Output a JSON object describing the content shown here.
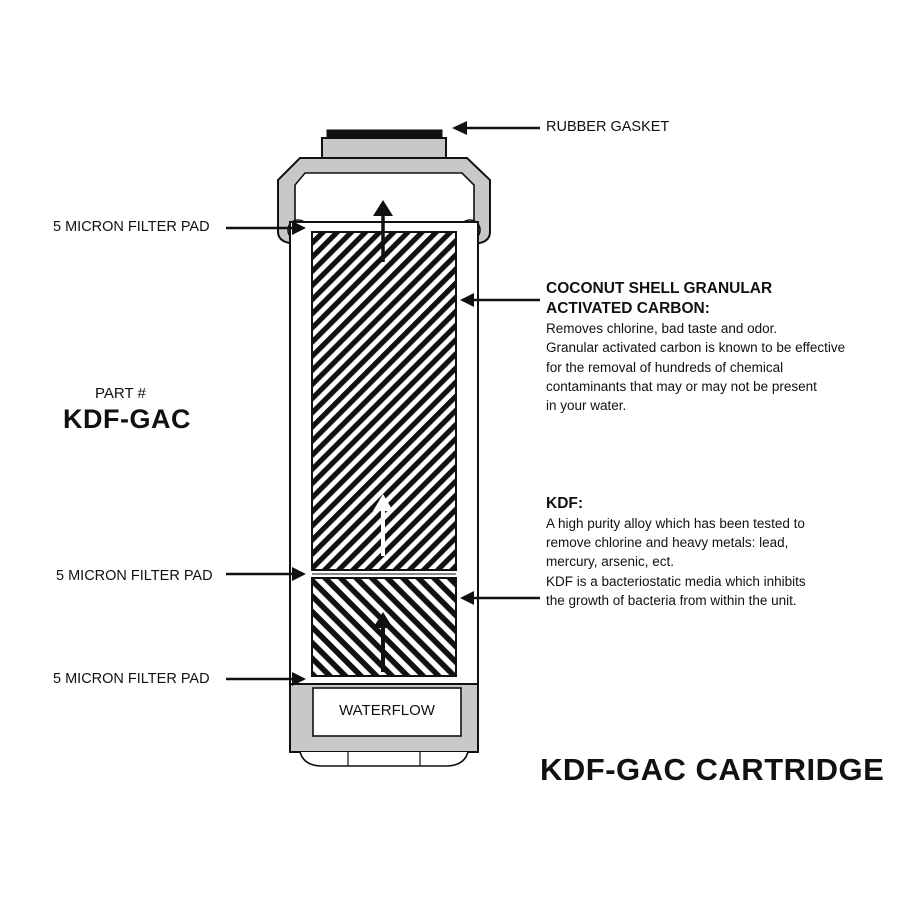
{
  "labels": {
    "rubber_gasket": "RUBBER GASKET",
    "filter_pad_top": "5 MICRON FILTER PAD",
    "filter_pad_middle": "5 MICRON FILTER PAD",
    "filter_pad_bottom": "5 MICRON FILTER PAD",
    "waterflow": "WATERFLOW"
  },
  "part": {
    "label": "PART #",
    "number": "KDF-GAC"
  },
  "carbon": {
    "heading_line1": "COCONUT SHELL GRANULAR",
    "heading_line2": "ACTIVATED CARBON:",
    "desc": [
      "Removes chlorine, bad taste and odor.",
      "Granular activated carbon is known to be effective",
      "for the removal of hundreds of chemical",
      "contaminants that may or may not be present",
      "in your water."
    ]
  },
  "kdf": {
    "heading": "KDF:",
    "desc": [
      "A high purity alloy which has been tested to",
      "remove chlorine and heavy metals: lead,",
      "mercury, arsenic, ect.",
      "KDF is a bacteriostatic media which inhibits",
      "the growth of bacteria from within the unit."
    ]
  },
  "title": "KDF-GAC CARTRIDGE",
  "colors": {
    "ink": "#111111",
    "housing_gray": "#c8c8c8",
    "background": "#ffffff"
  }
}
